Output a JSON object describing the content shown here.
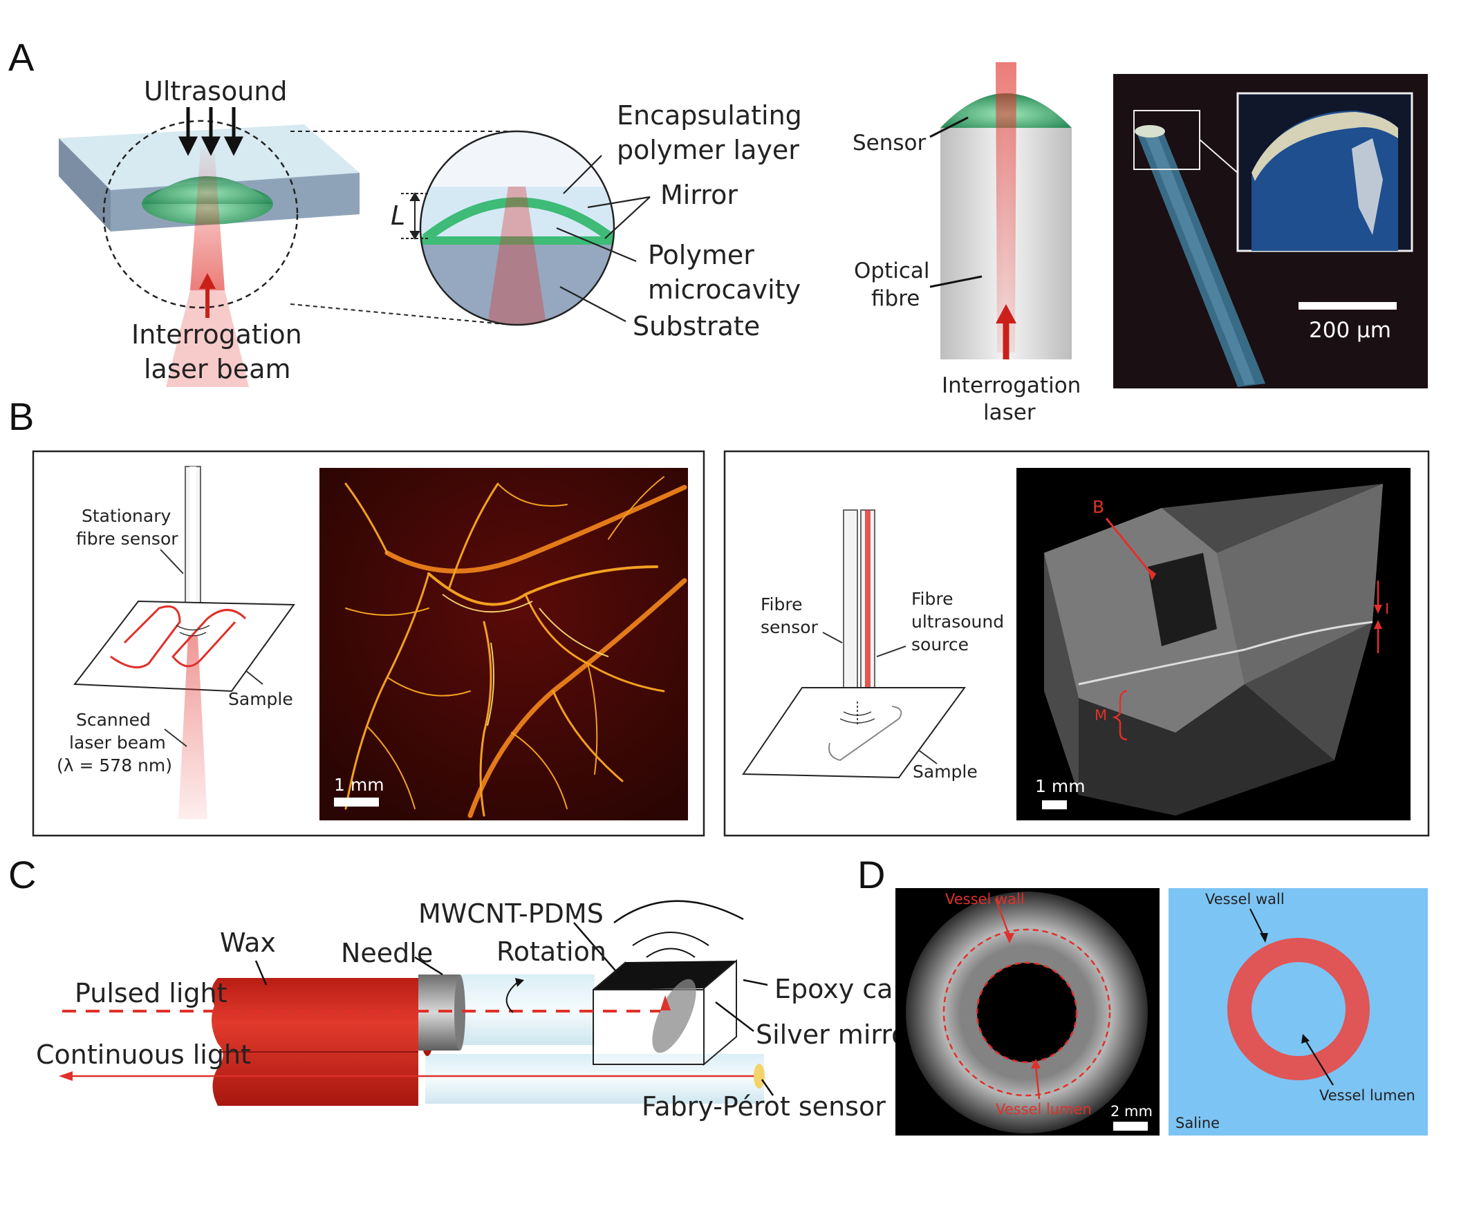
{
  "panels": {
    "A": {
      "letter": "A",
      "ultrasound": "Ultrasound",
      "interrogation_beam": [
        "Interrogation",
        "laser beam"
      ],
      "encapsulating": [
        "Encapsulating",
        "polymer layer"
      ],
      "mirror": "Mirror",
      "cavity_length": "L",
      "polymer_microcavity": [
        "Polymer",
        "microcavity"
      ],
      "substrate": "Substrate",
      "sensor": "Sensor",
      "optical_fibre": [
        "Optical",
        "fibre"
      ],
      "interrogation_laser": [
        "Interrogation",
        "laser"
      ],
      "scale_bar": "200 µm"
    },
    "B": {
      "letter": "B",
      "stationary_sensor": [
        "Stationary",
        "fibre sensor"
      ],
      "sample_left": "Sample",
      "scanned_beam": [
        "Scanned",
        "laser beam",
        "(λ = 578 nm)"
      ],
      "scale_left": "1 mm",
      "fibre_sensor": [
        "Fibre",
        "sensor"
      ],
      "fibre_us_source": [
        "Fibre",
        "ultrasound",
        "source"
      ],
      "sample_right": "Sample",
      "scale_right": "1 mm",
      "marker_b": "B",
      "marker_i": "I",
      "marker_m": "M"
    },
    "C": {
      "letter": "C",
      "mwcnt": "MWCNT-PDMS",
      "wax": "Wax",
      "needle": "Needle",
      "rotation": "Rotation",
      "epoxy_cap": "Epoxy cap",
      "pulsed_light": "Pulsed light",
      "silver_mirror": "Silver mirror",
      "continuous_light": "Continuous light",
      "fabry_perot": "Fabry-Pérot sensor"
    },
    "D": {
      "letter": "D",
      "vessel_wall_left": "Vessel wall",
      "vessel_lumen_left": "Vessel lumen",
      "scale": "2 mm",
      "vessel_wall_right": "Vessel wall",
      "vessel_lumen_right": "Vessel lumen",
      "saline": "Saline"
    }
  },
  "colors": {
    "laser_red": "#e0302a",
    "sensor_green": "#3dbb77",
    "wax_red": "#d42b20",
    "saline_blue": "#7cc4f4",
    "vessel_red": "#e05555"
  }
}
